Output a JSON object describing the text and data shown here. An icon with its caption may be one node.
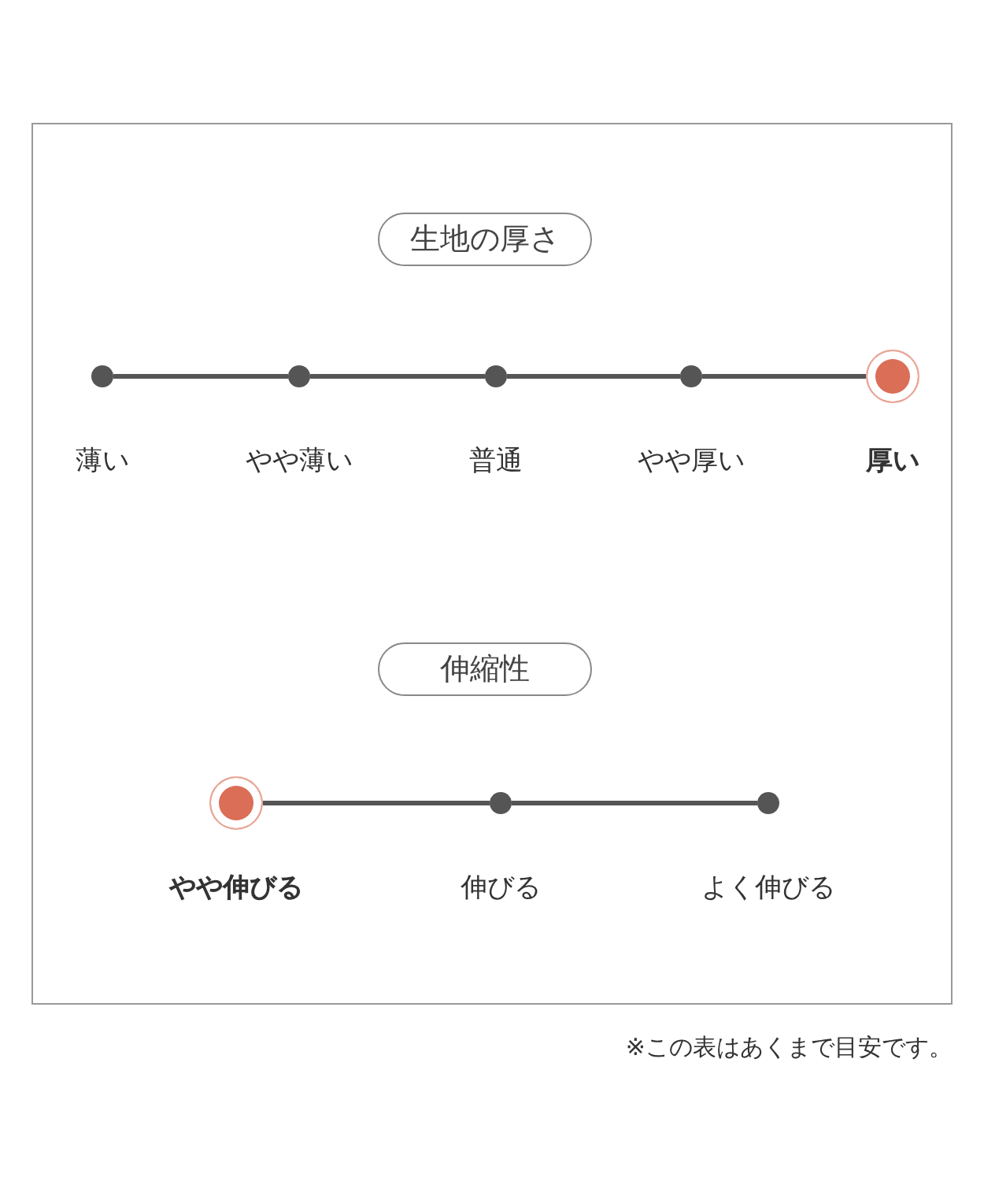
{
  "diagram": {
    "nodes": [
      {
        "text": [
          "生地の厚さ"
        ]
      },
      {
        "text": [],
        "shape": "circle",
        "beside": [
          "薄い"
        ]
      },
      {
        "text": [],
        "shape": "circle",
        "beside": [
          "やや薄い"
        ]
      },
      {
        "text": [],
        "shape": "circle",
        "beside": [
          "普通"
        ]
      },
      {
        "text": [],
        "shape": "circle",
        "beside": [
          "やや厚い"
        ]
      },
      {
        "text": [],
        "shape": "circle",
        "beside": [
          "厚い"
        ]
      },
      {
        "text": [
          "伸縮性"
        ]
      },
      {
        "text": [],
        "shape": "circle",
        "beside": [
          "やや伸びる"
        ]
      },
      {
        "text": [],
        "shape": "circle",
        "beside": [
          "伸びる"
        ]
      },
      {
        "text": [],
        "shape": "circle",
        "beside": [
          "よく伸びる"
        ]
      }
    ],
    "edges": [
      {
        "from": 1,
        "to": 2,
        "arrow": "none"
      },
      {
        "from": 2,
        "to": 3,
        "arrow": "none"
      },
      {
        "from": 3,
        "to": 4,
        "arrow": "none"
      },
      {
        "from": 4,
        "to": 5,
        "arrow": "none"
      },
      {
        "from": 7,
        "to": 8,
        "arrow": "none"
      },
      {
        "from": 8,
        "to": 9,
        "arrow": "none"
      }
    ],
    "labels": [
      "※この表はあくまで目安です。"
    ]
  }
}
